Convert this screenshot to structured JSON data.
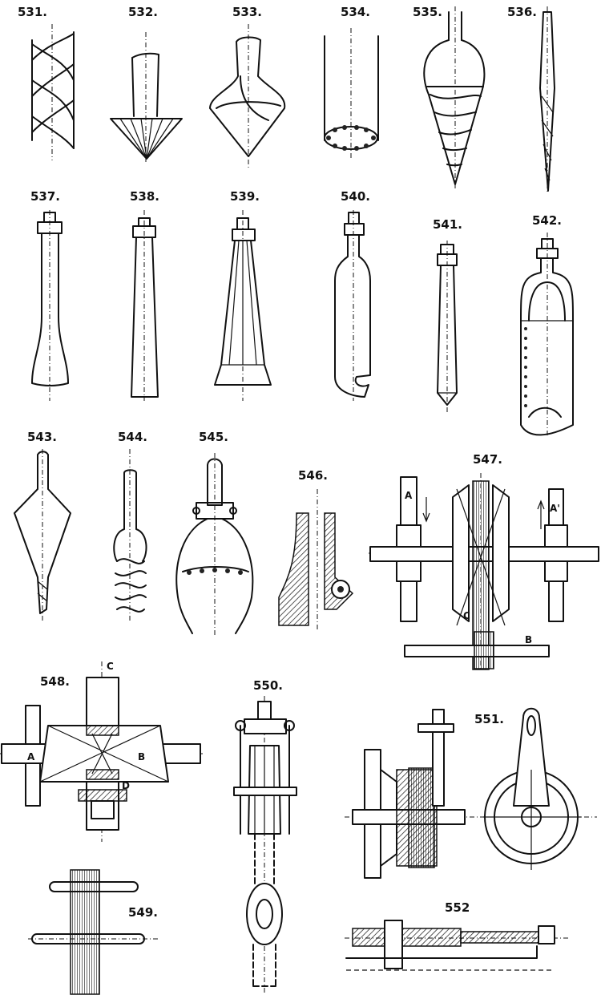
{
  "figures": [
    {
      "id": "531",
      "label": "531."
    },
    {
      "id": "532",
      "label": "532."
    },
    {
      "id": "533",
      "label": "533."
    },
    {
      "id": "534",
      "label": "534."
    },
    {
      "id": "535",
      "label": "535."
    },
    {
      "id": "536",
      "label": "536."
    },
    {
      "id": "537",
      "label": "537."
    },
    {
      "id": "538",
      "label": "538."
    },
    {
      "id": "539",
      "label": "539."
    },
    {
      "id": "540",
      "label": "540."
    },
    {
      "id": "541",
      "label": "541."
    },
    {
      "id": "542",
      "label": "542."
    },
    {
      "id": "543",
      "label": "543."
    },
    {
      "id": "544",
      "label": "544."
    },
    {
      "id": "545",
      "label": "545."
    },
    {
      "id": "546",
      "label": "546."
    },
    {
      "id": "547",
      "label": "547."
    },
    {
      "id": "548",
      "label": "548."
    },
    {
      "id": "549",
      "label": "549."
    },
    {
      "id": "550",
      "label": "550."
    },
    {
      "id": "551",
      "label": "551."
    },
    {
      "id": "552",
      "label": "552"
    }
  ],
  "letters": {
    "a547": "A",
    "a547b": "A'",
    "c547": "C",
    "b547": "B",
    "c548": "C",
    "a548": "A",
    "b548": "B",
    "d548": "D"
  }
}
